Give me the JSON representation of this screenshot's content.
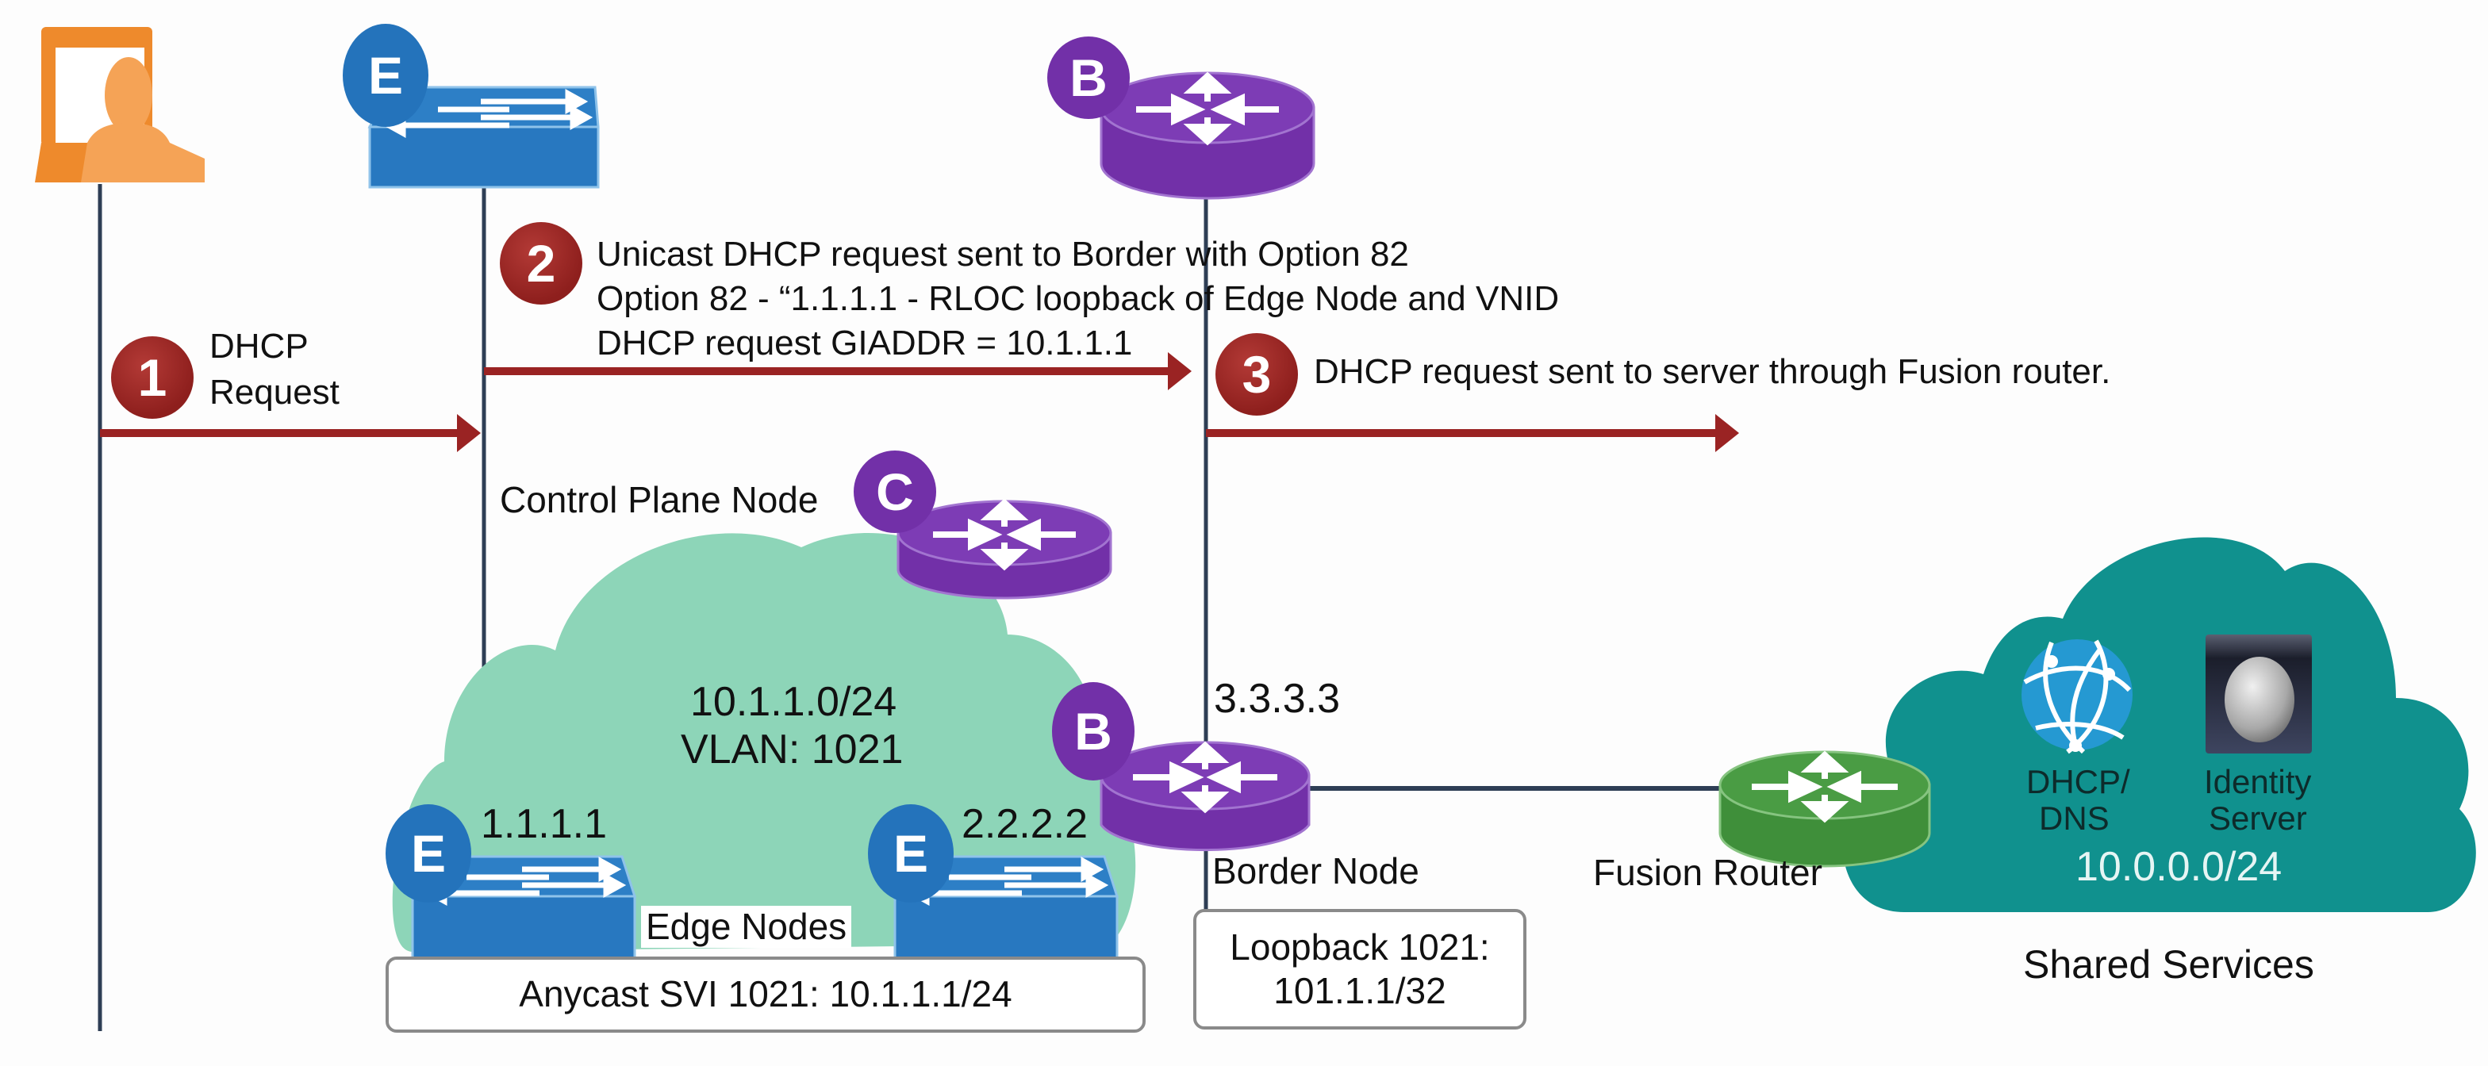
{
  "colors": {
    "arrow": "#9a2323",
    "lifeline": "#2e3e55",
    "edge_blue": "#2878c0",
    "border_purple": "#7a36b0",
    "fusion_green": "#3f8f3a",
    "fabric_cloud": "#8dd5b8",
    "shared_cloud": "#10918e",
    "host_orange": "#f0892a"
  },
  "nodes": {
    "host": {
      "icon": "user-laptop-icon"
    },
    "edge_top": {
      "badge": "E"
    },
    "border_top": {
      "badge": "B"
    },
    "control_plane": {
      "badge": "C",
      "label": "Control Plane Node"
    },
    "edge_1": {
      "badge": "E",
      "ip": "1.1.1.1"
    },
    "edge_2": {
      "badge": "E",
      "ip": "2.2.2.2"
    },
    "border_bottom": {
      "badge": "B",
      "ip": "3.3.3.3",
      "label": "Border Node"
    },
    "fusion": {
      "label": "Fusion Router"
    }
  },
  "steps": [
    {
      "number": "1",
      "lines": [
        "DHCP",
        "Request"
      ]
    },
    {
      "number": "2",
      "lines": [
        "Unicast DHCP request sent to Border with Option 82",
        "Option 82 - “1.1.1.1 - RLOC loopback of Edge Node and VNID",
        "DHCP request GIADDR = 10.1.1.1"
      ]
    },
    {
      "number": "3",
      "lines": [
        "DHCP request sent to server through Fusion router."
      ]
    }
  ],
  "fabric": {
    "subnet": "10.1.1.0/24",
    "vlan": "VLAN: 1021",
    "edge_nodes_label": "Edge Nodes",
    "anycast_svi": "Anycast SVI 1021: 10.1.1.1/24"
  },
  "border_loopback": {
    "line1": "Loopback 1021:",
    "line2": "101.1.1/32"
  },
  "shared_services": {
    "dhcp_dns": [
      "DHCP/",
      "DNS"
    ],
    "identity": [
      "Identity",
      "Server"
    ],
    "subnet": "10.0.0.0/24",
    "title": "Shared Services"
  }
}
